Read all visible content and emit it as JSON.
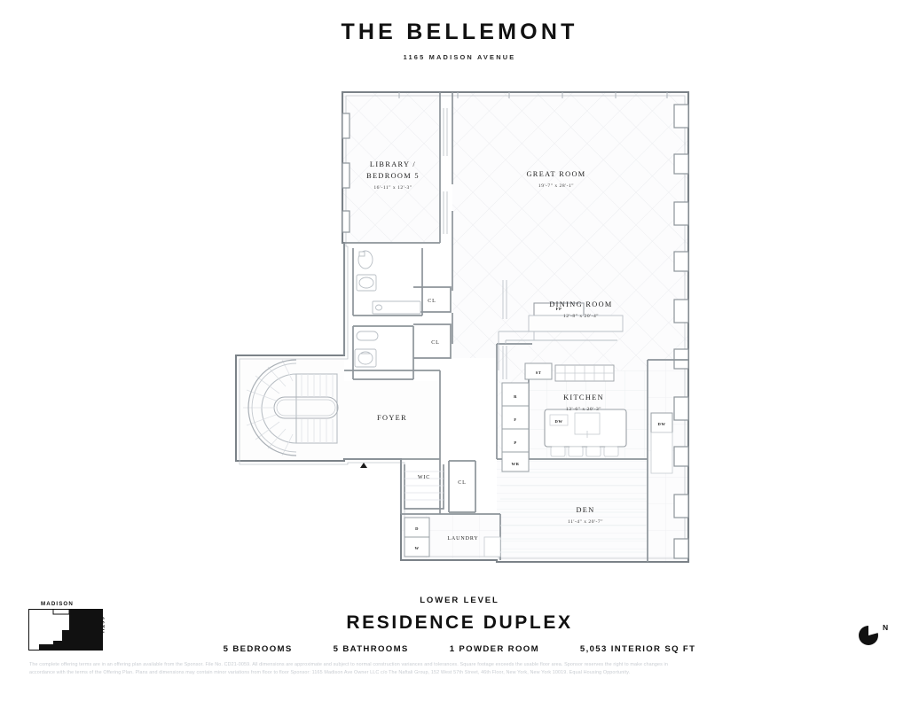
{
  "header": {
    "building_name": "THE BELLEMONT",
    "address": "1165 MADISON AVENUE"
  },
  "footer": {
    "level_label": "LOWER LEVEL",
    "residence_title": "RESIDENCE DUPLEX",
    "specs": [
      "5 BEDROOMS",
      "5 BATHROOMS",
      "1 POWDER ROOM",
      "5,053 INTERIOR SQ FT"
    ]
  },
  "keymap": {
    "street_top": "MADISON",
    "street_right": "66TH"
  },
  "compass": {
    "north_label": "N"
  },
  "disclaimer": {
    "line1": "The complete offering terms are in an offering plan available from the Sponsor. File No. CD21-0059. All dimensions are approximate and subject to normal construction variances and tolerances. Square footage exceeds the usable floor area. Sponsor reserves the right to make changes in",
    "line2": "accordance with the terms of the Offering Plan. Plans and dimensions may contain minor variations from floor to floor Sponsor: 1165 Madison Ave Owner LLC c/o The Naftali Group, 152 West 57th Street, 46th Floor, New York, New York 10019. Equal Housing Opportunity."
  },
  "rooms": {
    "library": {
      "name_line1": "LIBRARY /",
      "name_line2": "BEDROOM 5",
      "dimensions": "16'-11\" x 12'-3\""
    },
    "great_room": {
      "name": "GREAT ROOM",
      "dimensions": "19'-7\" x 28'-1\""
    },
    "dining_room": {
      "name": "DINING ROOM",
      "dimensions": "12'-8\" x 20'-4\""
    },
    "kitchen": {
      "name": "KITCHEN",
      "dimensions": "13'-6\" x 20'-3\""
    },
    "den": {
      "name": "DEN",
      "dimensions": "11'-4\" x 20'-7\""
    },
    "foyer": {
      "name": "FOYER"
    },
    "laundry": {
      "name": "LAUNDRY"
    },
    "wic": {
      "name": "WIC"
    }
  },
  "labels": {
    "closet_1": "CL",
    "closet_2": "CL",
    "closet_3": "CL",
    "fireplace": "FP",
    "storage": "ST",
    "refrigerator": "R",
    "freezer": "F",
    "pantry": "P",
    "wine_refrigerator": "WR",
    "dishwasher_1": "DW",
    "dishwasher_2": "DW",
    "dryer": "D",
    "washer": "W"
  },
  "colors": {
    "wall": "#9aa0a6",
    "wall_dark": "#6f767d",
    "floor_fill": "#fbfbfc",
    "hatch": "#eceef1",
    "text": "#1a1a1a",
    "disclaimer": "#c9cdd2"
  }
}
